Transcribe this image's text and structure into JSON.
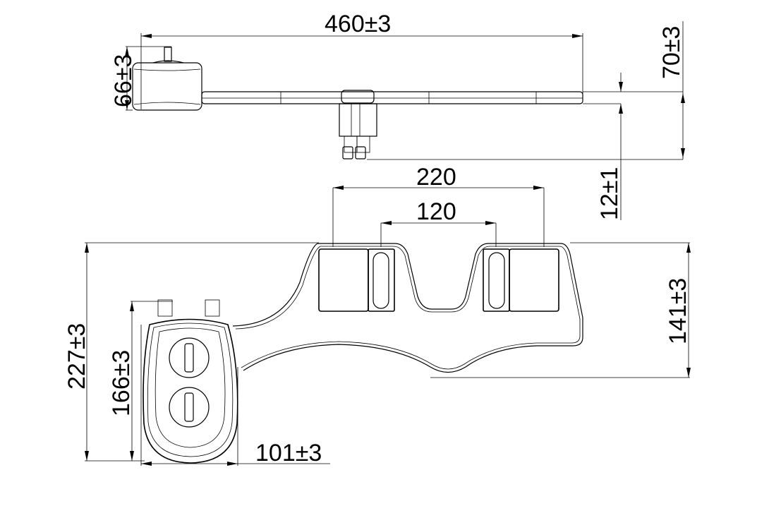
{
  "drawing": {
    "type": "technical dimension drawing",
    "views": [
      "side-view",
      "top-view"
    ],
    "units": "mm"
  },
  "dimensions": {
    "overall_length": "460±3",
    "control_height": "66±3",
    "total_height": "70±3",
    "nozzle_offset": "12±1",
    "bracket_outer_spacing": "220",
    "bracket_inner_spacing": "120",
    "body_depth": "141±3",
    "overall_depth": "227±3",
    "control_depth": "166±3",
    "control_width": "101±3"
  },
  "colors": {
    "line": "#000000",
    "background": "#ffffff"
  }
}
